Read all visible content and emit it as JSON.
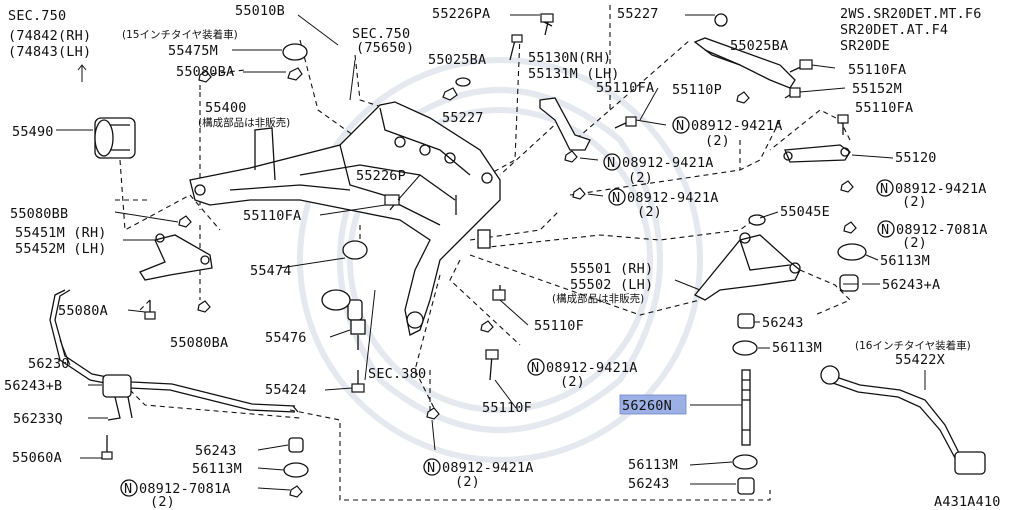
{
  "diagram_id": "A431A410",
  "spec": [
    "2WS.SR20DET.MT.F6",
    "SR20DET.AT.F4",
    "SR20DE"
  ],
  "colors": {
    "highlight": "#9db0e6"
  },
  "labels": {
    "sec750_a": "SEC.750",
    "rh_74842": "(74842(RH)",
    "lh_74843": "(74843(LH)",
    "sec750_b": "SEC.750",
    "ref_75650": "(75650)",
    "note_15inch": "(15インチタイヤ装着車)",
    "p55010b": "55010B",
    "p55226pa": "55226PA",
    "p55227_top": "55227",
    "p55025ba_top": "55025BA",
    "p55475m": "55475M",
    "p55080ba_top": "55080BA",
    "p55025ba_mid": "55025BA",
    "p55130n": "55130N(RH)",
    "p55131m": "55131M (LH)",
    "p55110fa_a": "55110FA",
    "p55110p": "55110P",
    "p55110fa_b": "55110FA",
    "p55152m": "55152M",
    "p55400": "55400",
    "note_55400": "(構成部品は非販売)",
    "p55227_mid": "55227",
    "p55490": "55490",
    "p08912_a": "08912-9421A",
    "q08912_a": "(2)",
    "p55110fa_c": "55110FA",
    "p55226p": "55226P",
    "p55120": "55120",
    "p08912_b": "08912-9421A",
    "q08912_b": "(2)",
    "p08912_c": "08912-9421A",
    "q08912_c": "(2)",
    "p08912_d": "08912-9421A",
    "q08912_d": "(2)",
    "p55080bb": "55080BB",
    "p55110fa_d": "55110FA",
    "p55045e": "55045E",
    "p55451m": "55451M (RH)",
    "p55452m": "55452M (LH)",
    "p08912_7081_a": "08912-7081A",
    "q08912_7081_a": "(2)",
    "p56113m_a": "56113M",
    "p55474": "55474",
    "p55501": "55501 (RH)",
    "p55502": "55502 (LH)",
    "note_55501": "(構成部品は非販売)",
    "p56243a": "56243+A",
    "p55080a": "55080A",
    "p55080ba_b": "55080BA",
    "p55110f_a": "55110F",
    "p56243_a": "56243",
    "p55476": "55476",
    "p56113m_b": "56113M",
    "note_16inch": "(16インチタイヤ装着車)",
    "p55422x": "55422X",
    "p56230": "56230",
    "p08912_e": "08912-9421A",
    "q08912_e": "(2)",
    "p56243b": "56243+B",
    "sec380": "SEC.380",
    "p55424": "55424",
    "p56233q": "56233Q",
    "p55110f_b": "55110F",
    "p56260n": "56260N",
    "p55060a": "55060A",
    "p56243_b": "56243",
    "p56113m_c": "56113M",
    "p08912_f": "08912-9421A",
    "q08912_f": "(2)",
    "p56113m_d": "56113M",
    "p08912_7081_b": "08912-7081A",
    "q08912_7081_b": "(2)",
    "p56243_c": "56243",
    "n_symbol": "N"
  }
}
